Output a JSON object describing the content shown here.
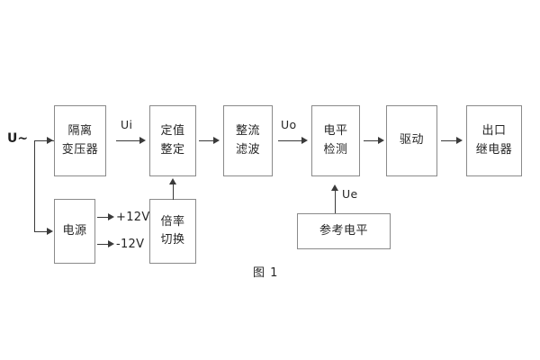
{
  "figure": {
    "caption": "图 1",
    "input_label": "U~"
  },
  "blocks": {
    "isolation_transformer": {
      "line1": "隔离",
      "line2": "变压器"
    },
    "setting_value": {
      "line1": "定值",
      "line2": "整定"
    },
    "rectify_filter": {
      "line1": "整流",
      "line2": "滤波"
    },
    "level_detect": {
      "line1": "电平",
      "line2": "检测"
    },
    "drive": {
      "line1": "驱动"
    },
    "output_relay": {
      "line1": "出口",
      "line2": "继电器"
    },
    "power_supply": {
      "line1": "电源"
    },
    "ratio_switch": {
      "line1": "倍率",
      "line2": "切换"
    },
    "reference_level": {
      "line1": "参考电平"
    }
  },
  "signals": {
    "ui": "Ui",
    "uo": "Uo",
    "ue": "Ue",
    "rail_positive": "+12V",
    "rail_negative": "-12V"
  },
  "colors": {
    "block_border": "#8a8a8a",
    "line": "#3a3a3a",
    "text": "#262626",
    "background": "#ffffff"
  }
}
